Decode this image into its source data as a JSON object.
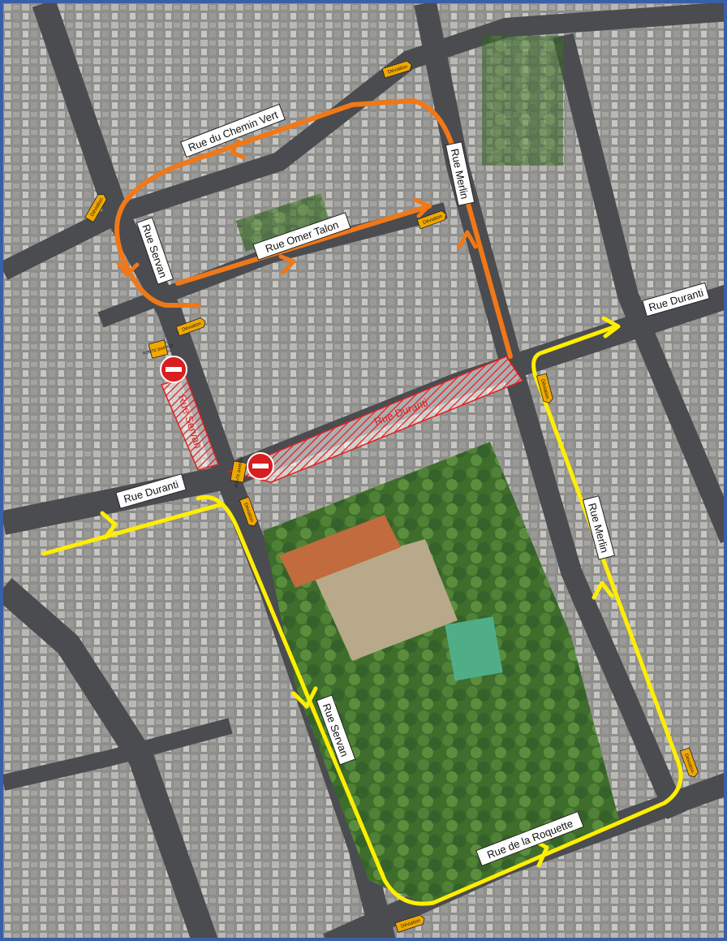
{
  "labels": {
    "chemin_vert": "Rue du Chemin Vert",
    "merlin_top": "Rue Merlin",
    "omer_talon": "Rue Omer Talon",
    "servan_top": "Rue Servan",
    "duranti_right": "Rue Duranti",
    "duranti_closed": "Rue Duranti",
    "servan_closed": "Rue Servan",
    "duranti_left": "Rue Duranti",
    "merlin_right": "Rue Merlin",
    "servan_bottom": "Rue Servan",
    "roquette": "Rue de la Roquette"
  },
  "signs": {
    "deviation": "Déviation",
    "route_barree": "ROUTE BARRÉE"
  },
  "colors": {
    "frame": "#3a5fa8",
    "orange_route": "#f07818",
    "yellow_route": "#ffee00",
    "closure": "#e02020",
    "deviation_sign": "#f0a800"
  },
  "icons": [
    "no-entry-icon",
    "deviation-sign-icon",
    "route-barree-sign-icon",
    "route-arrow-icon"
  ]
}
